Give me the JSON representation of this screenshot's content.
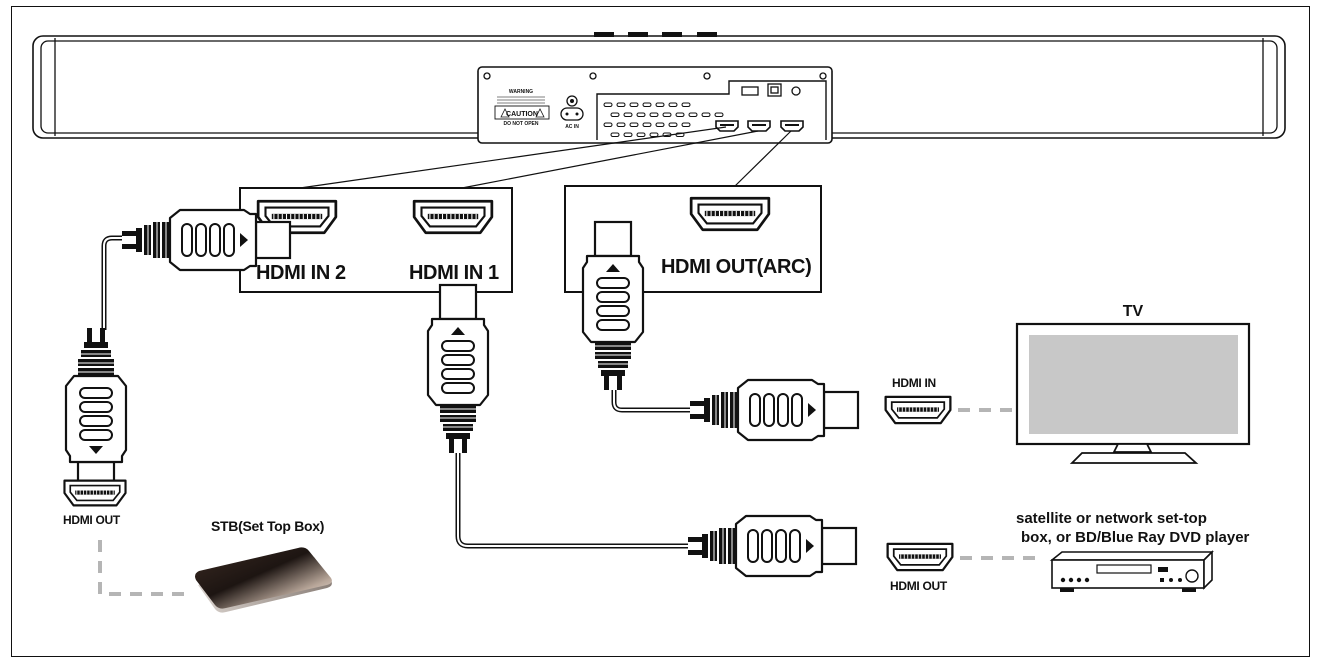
{
  "soundbar": {
    "warning_heading": "WARNING",
    "caution_label": "CAUTION",
    "do_not_open": "DO NOT OPEN",
    "ac_in_label": "AC IN"
  },
  "panels": {
    "hdmi_in_2": "HDMI  IN 2",
    "hdmi_in_1": "HDMI IN 1",
    "hdmi_out_arc": "HDMI OUT(ARC)"
  },
  "devices": {
    "tv_label": "TV",
    "tv_port_label": "HDMI IN",
    "stb_label": "STB(Set Top Box)",
    "stb_port_label": "HDMI OUT",
    "player_label_line1": "satellite or network set-top",
    "player_label_line2": "box, or BD/Blue Ray DVD player",
    "player_port_label": "HDMI OUT"
  }
}
